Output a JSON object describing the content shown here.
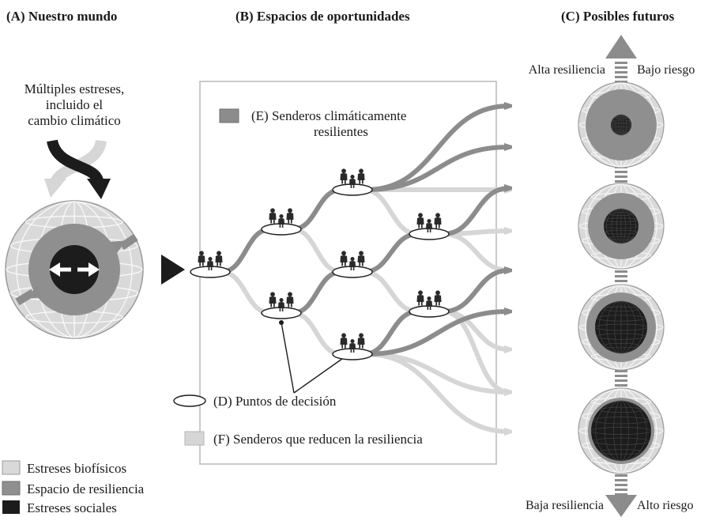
{
  "panels": {
    "a_title": "(A) Nuestro mundo",
    "b_title": "(B) Espacios de oportunidades",
    "c_title": "(C) Posibles futuros"
  },
  "stress_label": [
    "Múltiples estreses,",
    "incluido el",
    "cambio climático"
  ],
  "legend_e": [
    "(E) Senderos climáticamente",
    "resilientes"
  ],
  "legend_d": "(D) Puntos de decisión",
  "legend_f": "(F) Senderos que reducen la resiliencia",
  "futures_axis": {
    "top_left": "Alta resiliencia",
    "top_right": "Bajo riesgo",
    "bottom_left": "Baja resiliencia",
    "bottom_right": "Alto riesgo"
  },
  "key": [
    {
      "label": "Estreses biofísicos",
      "color": "#d9d9d9"
    },
    {
      "label": "Espacio de resiliencia",
      "color": "#8f8f8f"
    },
    {
      "label": "Estreses sociales",
      "color": "#1c1c1c"
    }
  ],
  "colors": {
    "resilient_path": "#8c8c8c",
    "reducing_path": "#d6d6d6",
    "biophysical": "#d9d9d9",
    "resilience_space": "#8f8f8f",
    "social": "#1c1c1c"
  }
}
